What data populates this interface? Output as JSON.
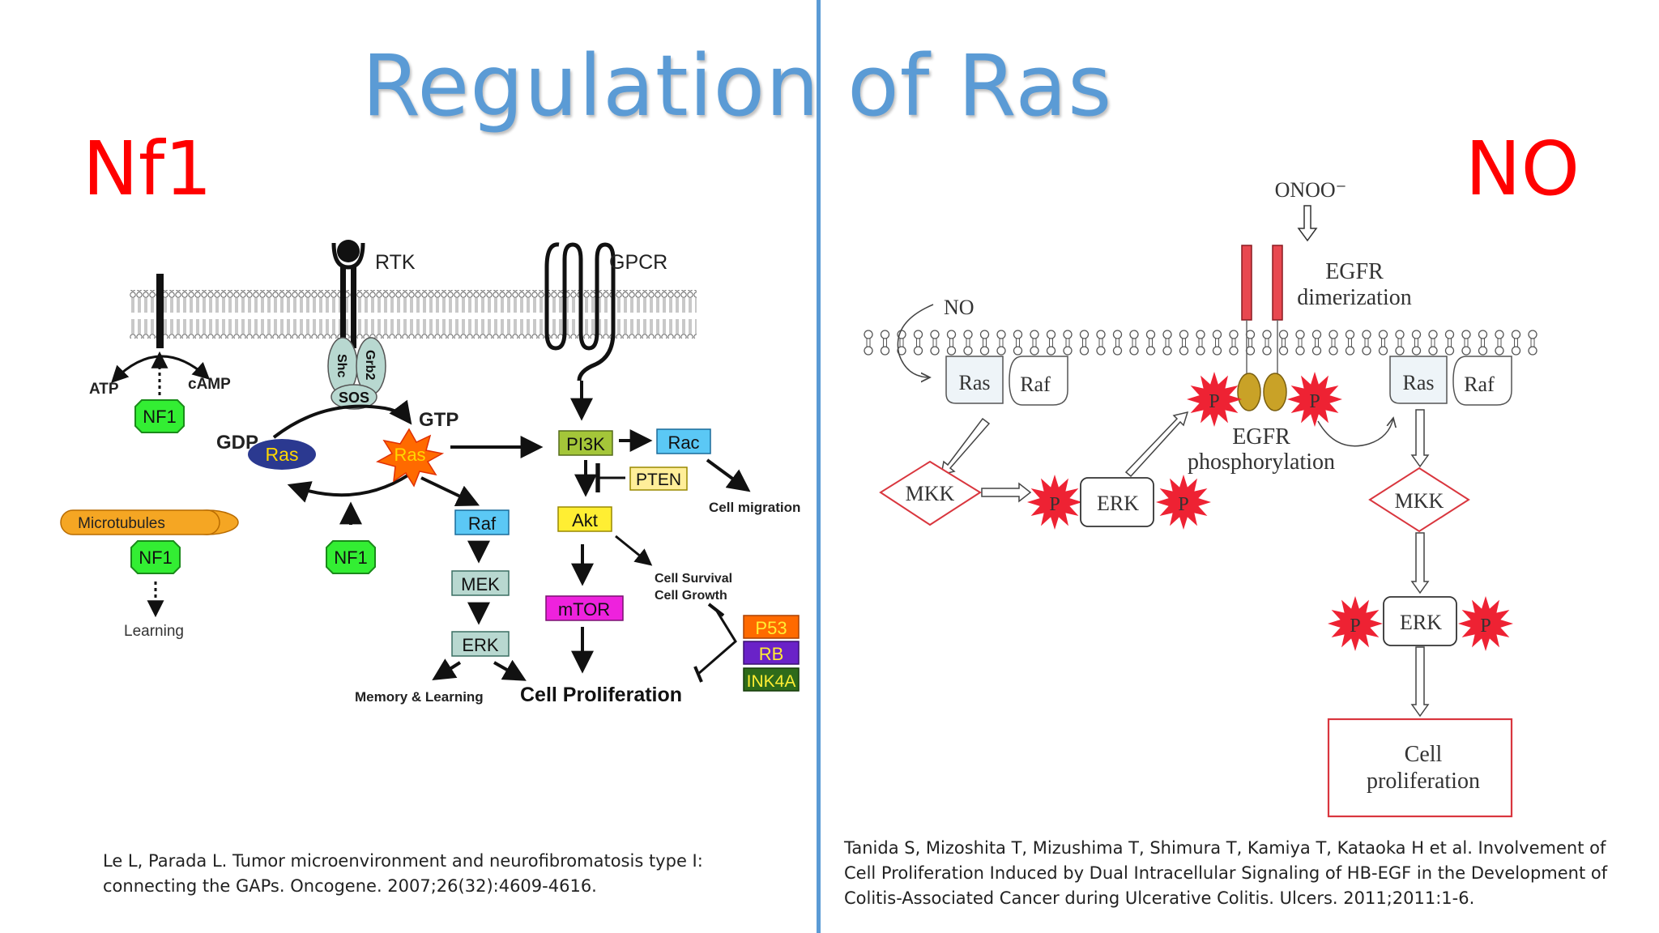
{
  "slide": {
    "title": "Regulation of Ras",
    "left_label": "Nf1",
    "right_label": "NO"
  },
  "left_diagram": {
    "rtk": "RTK",
    "gpcr": "GPCR",
    "shc": "Shc",
    "grb2": "Grb2",
    "sos": "SOS",
    "atp": "ATP",
    "camp": "cAMP",
    "nf1": "NF1",
    "gdp": "GDP",
    "gtp": "GTP",
    "ras": "Ras",
    "microtubules": "Microtubules",
    "learning": "Learning",
    "pi3k": "PI3K",
    "rac": "Rac",
    "pten": "PTEN",
    "cell_migration": "Cell migration",
    "akt": "Akt",
    "cell_survival": "Cell Survival",
    "cell_growth": "Cell Growth",
    "mtor": "mTOR",
    "raf": "Raf",
    "mek": "MEK",
    "erk": "ERK",
    "p53": "P53",
    "rb": "RB",
    "ink4a": "INK4A",
    "memory_learning": "Memory & Learning",
    "cell_proliferation": "Cell Proliferation"
  },
  "right_diagram": {
    "onoo": "ONOO⁻",
    "egfr_dimerization_1": "EGFR",
    "egfr_dimerization_2": "dimerization",
    "no": "NO",
    "ras": "Ras",
    "raf": "Raf",
    "p": "P",
    "egfr_phos_1": "EGFR",
    "egfr_phos_2": "phosphorylation",
    "mkk": "MKK",
    "erk": "ERK",
    "cell_prolif_1": "Cell",
    "cell_prolif_2": "proliferation"
  },
  "citations": {
    "left": "Le L, Parada L. Tumor microenvironment and neurofibromatosis type I: connecting the GAPs. Oncogene. 2007;26(32):4609-4616.",
    "right": "Tanida S, Mizoshita T, Mizushima T, Shimura T, Kamiya T, Kataoka H et al. Involvement of Cell Proliferation Induced by Dual Intracellular Signaling of HB-EGF in the Development of Colitis-Associated Cancer during Ulcerative Colitis. Ulcers. 2011;2011:1-6."
  },
  "colors": {
    "title": "#5b9bd5",
    "panel_label": "#ff0000",
    "nf1_green": "#33ee33",
    "ras_navy": "#2b3990",
    "star_orange": "#ff6a00",
    "phospho_red": "#ee2233",
    "cyan_box": "#5bc8f5",
    "grey_box": "#b8d8d0",
    "yellow_box": "#ffee33",
    "magenta_box": "#ee22dd"
  }
}
